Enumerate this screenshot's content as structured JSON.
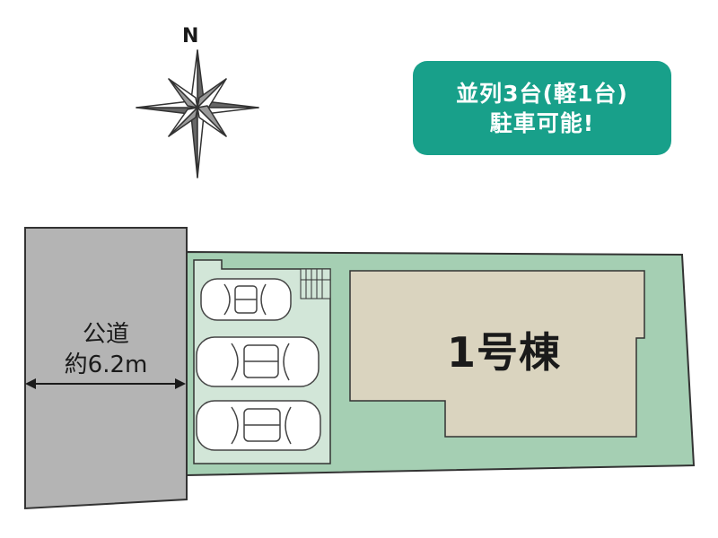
{
  "compass": {
    "north_label": "N"
  },
  "badge": {
    "line1": "並列3台(軽1台)",
    "line2": "駐車可能!"
  },
  "road": {
    "name": "公道",
    "width": "約6.2m"
  },
  "building": {
    "label": "1号棟"
  },
  "colors": {
    "lot": "#a5cfb3",
    "road": "#b4b4b4",
    "building": "#dad4bf",
    "badge": "#18a08a",
    "outline": "#333333"
  }
}
